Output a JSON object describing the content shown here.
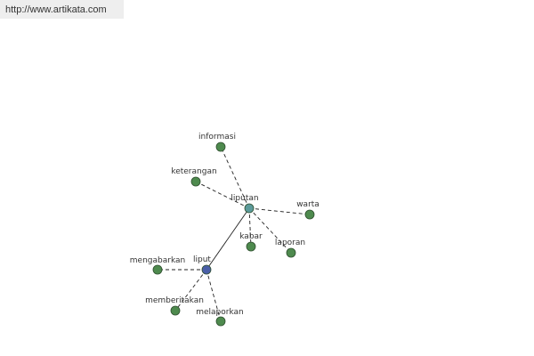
{
  "watermark": {
    "url": "http://www.artikata.com"
  },
  "colors": {
    "root": "#4a5fa8",
    "hub": "#5b9a9a",
    "leaf": "#4e8a4e",
    "edge": "#222222"
  },
  "nodes": [
    {
      "id": "liput",
      "label": "liput",
      "kind": "root"
    },
    {
      "id": "liputan",
      "label": "liputan",
      "kind": "hub"
    },
    {
      "id": "mengabarkan",
      "label": "mengabarkan",
      "kind": "leaf"
    },
    {
      "id": "memberitakan",
      "label": "memberitakan",
      "kind": "leaf"
    },
    {
      "id": "melaporkan",
      "label": "melaporkan",
      "kind": "leaf"
    },
    {
      "id": "informasi",
      "label": "informasi",
      "kind": "leaf"
    },
    {
      "id": "keterangan",
      "label": "keterangan",
      "kind": "leaf"
    },
    {
      "id": "warta",
      "label": "warta",
      "kind": "leaf"
    },
    {
      "id": "kabar",
      "label": "kabar",
      "kind": "leaf"
    },
    {
      "id": "laporan",
      "label": "laporan",
      "kind": "leaf"
    }
  ],
  "edges": [
    {
      "from": "liput",
      "to": "liputan",
      "style": "solid"
    },
    {
      "from": "liput",
      "to": "mengabarkan",
      "style": "dashed"
    },
    {
      "from": "liput",
      "to": "memberitakan",
      "style": "dashed"
    },
    {
      "from": "liput",
      "to": "melaporkan",
      "style": "dashed"
    },
    {
      "from": "liputan",
      "to": "informasi",
      "style": "dashed"
    },
    {
      "from": "liputan",
      "to": "keterangan",
      "style": "dashed"
    },
    {
      "from": "liputan",
      "to": "warta",
      "style": "dashed"
    },
    {
      "from": "liputan",
      "to": "kabar",
      "style": "dashed"
    },
    {
      "from": "liputan",
      "to": "laporan",
      "style": "dashed"
    }
  ]
}
